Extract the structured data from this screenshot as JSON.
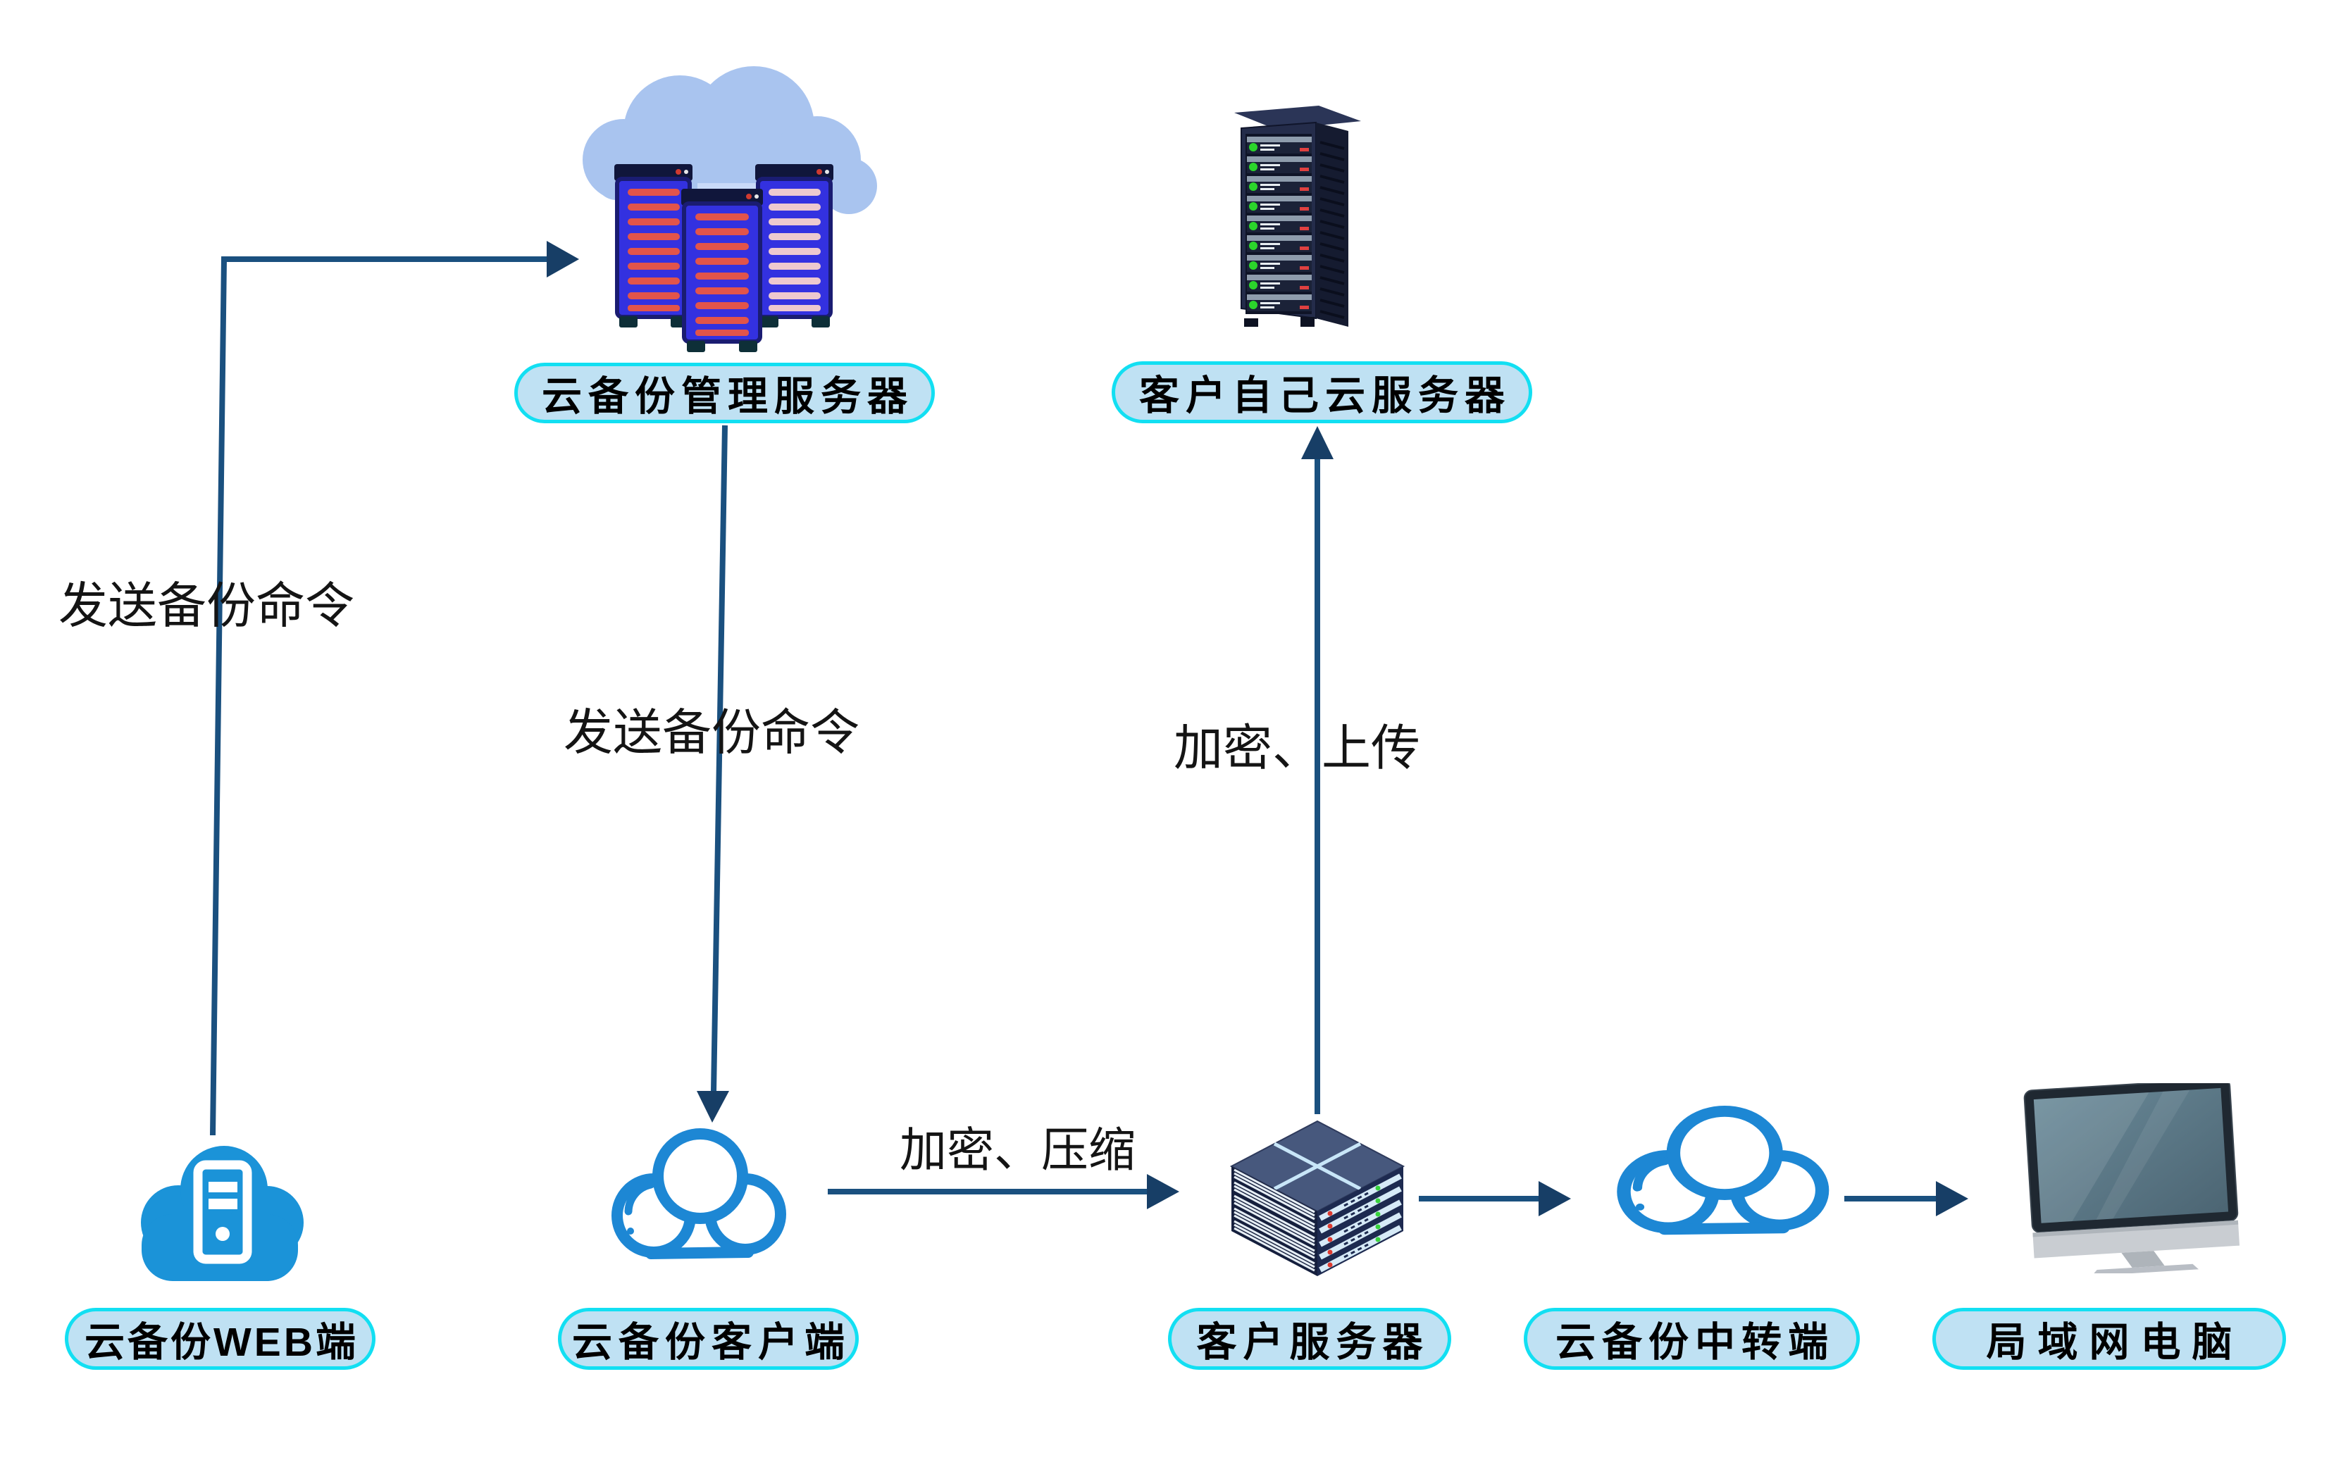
{
  "diagram": {
    "nodes": {
      "management": {
        "label": "云备份管理服务器",
        "icon": "cloud-servers-icon"
      },
      "customer_cloud": {
        "label": "客户自己云服务器",
        "icon": "server-rack-icon"
      },
      "web": {
        "label": "云备份WEB端",
        "icon": "cloud-web-icon"
      },
      "client": {
        "label": "云备份客户端",
        "icon": "cloud-outline-icon"
      },
      "customer_server": {
        "label": "客户服务器",
        "icon": "server-stack-icon"
      },
      "relay": {
        "label": "云备份中转端",
        "icon": "cloud-outline-icon"
      },
      "lan_pc": {
        "label": "局域网电脑",
        "icon": "desktop-monitor-icon"
      }
    },
    "edges": {
      "web_to_management": {
        "label": "发送备份命令",
        "from": "云备份WEB端",
        "to": "云备份管理服务器"
      },
      "management_to_client": {
        "label": "发送备份命令",
        "from": "云备份管理服务器",
        "to": "云备份客户端"
      },
      "client_to_customer_server": {
        "label": "加密、压缩",
        "from": "云备份客户端",
        "to": "客户服务器"
      },
      "server_to_customer_cloud": {
        "label": "加密、上传",
        "from": "客户服务器",
        "to": "客户自己云服务器"
      },
      "server_to_relay": {
        "label": "",
        "from": "客户服务器",
        "to": "云备份中转端"
      },
      "relay_to_lan_pc": {
        "label": "",
        "from": "云备份中转端",
        "to": "局域网电脑"
      }
    },
    "colors": {
      "pill_fill": "#BFE1F3",
      "pill_border": "#12DFF2",
      "pill_text": "#000000",
      "arrow_shaft": "#1A507F",
      "arrow_head": "#173E66",
      "flow_label_text": "#141414",
      "solid_cloud_blue": "#1B93D8",
      "outline_cloud_blue": "#1D87D4",
      "management_cloud": "#A9C4EF",
      "tower_body_blue": "#3331E0",
      "tower_stripe_red": "#E2544A",
      "tower_stripe_pink": "#EDC9CF",
      "rack_body_navy": "#242C4A",
      "led_green": "#2BD52B",
      "led_red": "#E04040",
      "screen_teal": "#5E7F8E"
    }
  }
}
